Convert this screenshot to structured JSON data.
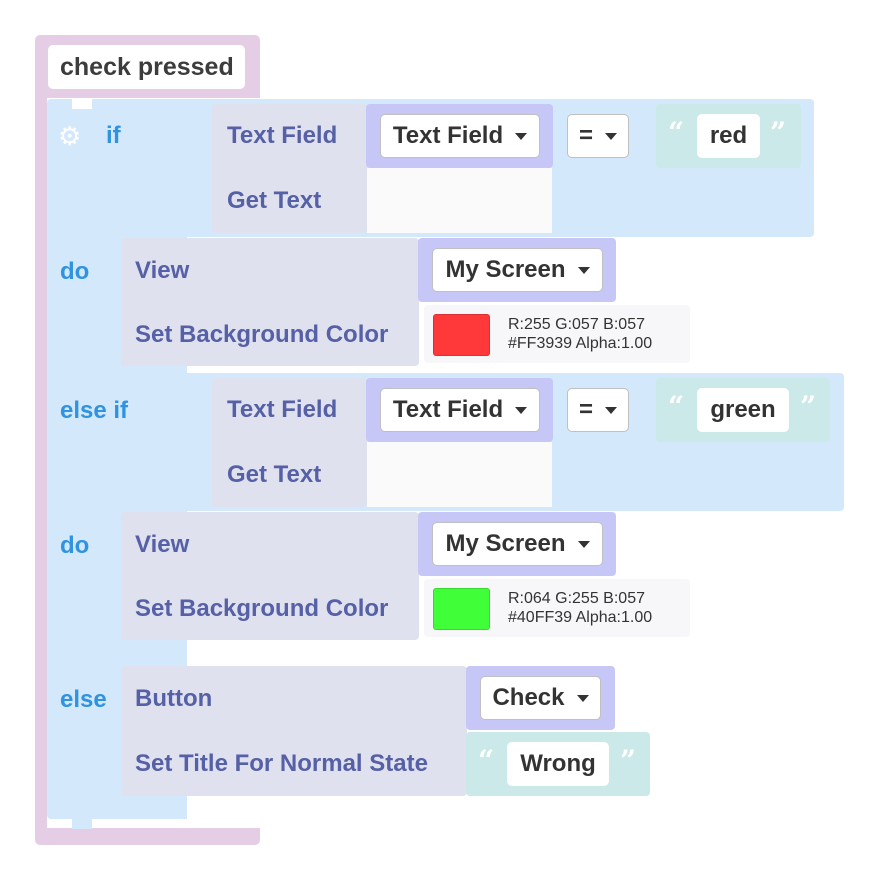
{
  "event": {
    "label": "check pressed"
  },
  "if_block": {
    "kw_if": "if",
    "kw_else_if": "else if",
    "kw_else": "else",
    "kw_do_1": "do",
    "kw_do_2": "do",
    "gear_icon": "gear-icon"
  },
  "cond1": {
    "component": "Text Field",
    "method": "Get Text",
    "dropdown": "Text Field",
    "operator": "=",
    "literal": "red"
  },
  "action1": {
    "component": "View",
    "method": "Set Background Color",
    "dropdown": "My Screen",
    "color_hex": "#FF3939",
    "rgb_text": "R:255 G:057 B:057",
    "hex_text": "#FF3939  Alpha:1.00"
  },
  "cond2": {
    "component": "Text Field",
    "method": "Get Text",
    "dropdown": "Text Field",
    "operator": "=",
    "literal": "green"
  },
  "action2": {
    "component": "View",
    "method": "Set Background Color",
    "dropdown": "My Screen",
    "color_hex": "#40FF39",
    "rgb_text": "R:064 G:255 B:057",
    "hex_text": "#40FF39  Alpha:1.00"
  },
  "action3": {
    "component": "Button",
    "method": "Set Title For Normal State",
    "dropdown": "Check",
    "literal": "Wrong"
  },
  "colors": {
    "event": "#e5cde6",
    "control": "#d3e8fb",
    "keyword": "#2f93e0",
    "component": "#e0e1ee",
    "component_text": "#5660a6",
    "dropdown_wrap": "#c6c7f7",
    "text_literal": "#cbe9e8"
  }
}
